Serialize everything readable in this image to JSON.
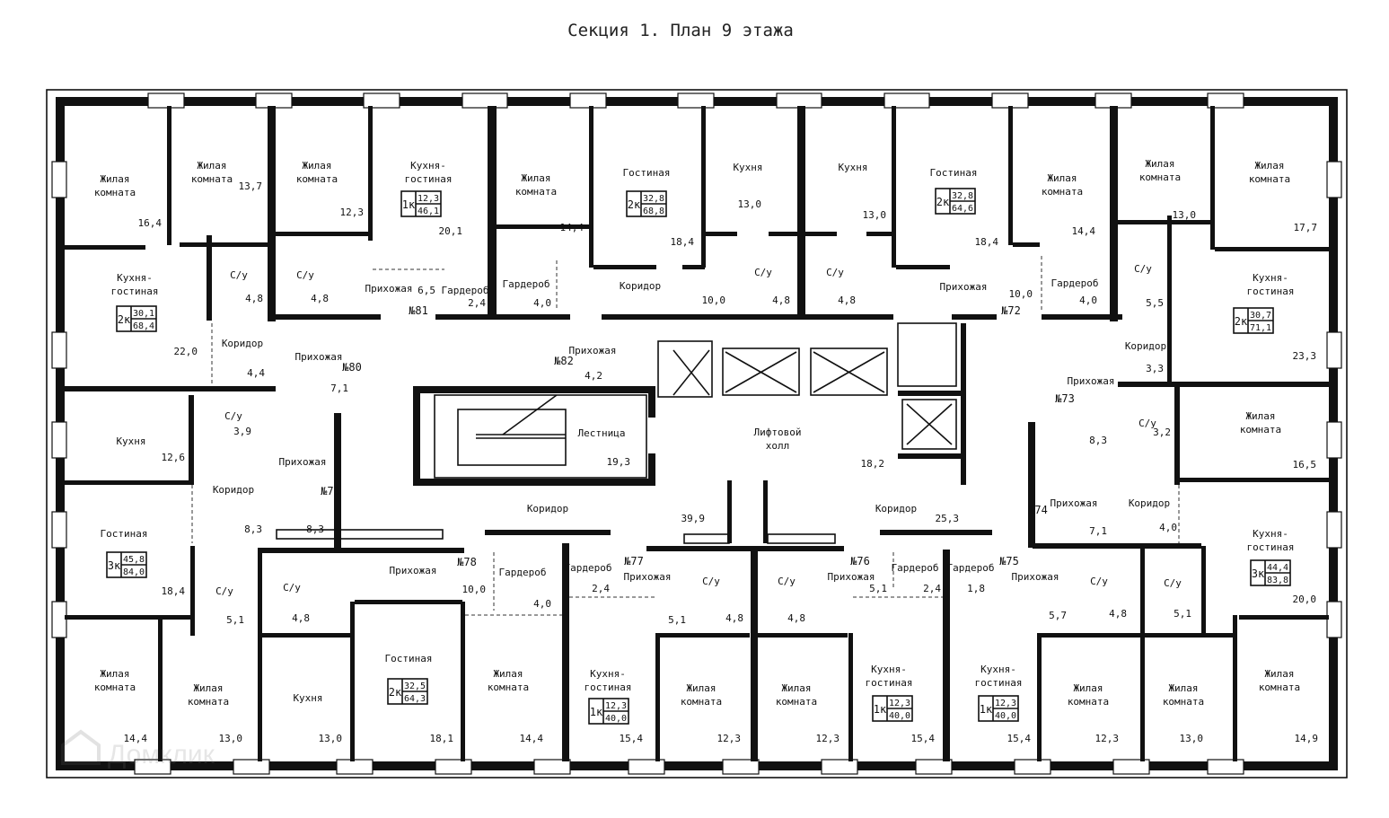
{
  "title": "Секция 1. План 9 этажа",
  "watermark": "Домклик",
  "labels": {
    "zhilaya": "Жилая",
    "komnata": "комната",
    "kukhnya": "Кухня",
    "kukhnya_gost_1": "Кухня-",
    "kukhnya_gost_2": "гостиная",
    "gostinaya": "Гостиная",
    "su": "С/у",
    "prikhozhaya": "Прихожая",
    "koridor": "Коридор",
    "garderob": "Гардероб",
    "lestnitsa": "Лестница",
    "lift_holl_1": "Лифтовой",
    "lift_holl_2": "холл"
  },
  "apartments": [
    {
      "number": "№72",
      "type": "2к",
      "living": "32,8",
      "total": "64,6"
    },
    {
      "number": "№73",
      "type": "",
      "living": "",
      "total": ""
    },
    {
      "number": "№74",
      "type": "",
      "living": "",
      "total": ""
    },
    {
      "number": "№75",
      "type": "1к",
      "living": "12,3",
      "total": "40,0"
    },
    {
      "number": "№76",
      "type": "1к",
      "living": "12,3",
      "total": "40,0"
    },
    {
      "number": "№77",
      "type": "1к",
      "living": "12,3",
      "total": "40,0"
    },
    {
      "number": "№78",
      "type": "2к",
      "living": "32,5",
      "total": "64,3"
    },
    {
      "number": "№79",
      "type": "3к",
      "living": "45,8",
      "total": "84,0"
    },
    {
      "number": "№80",
      "type": "2к",
      "living": "30,1",
      "total": "68,4"
    },
    {
      "number": "№81",
      "type": "1к",
      "living": "12,3",
      "total": "46,1"
    },
    {
      "number": "№82",
      "type": "2к",
      "living": "32,8",
      "total": "68,8"
    },
    {
      "number": "",
      "type": "2к",
      "living": "30,7",
      "total": "71,1"
    },
    {
      "number": "",
      "type": "3к",
      "living": "44,4",
      "total": "83,8"
    }
  ],
  "areas": {
    "a16_4": "16,4",
    "a13_7": "13,7",
    "a12_3": "12,3",
    "a20_1": "20,1",
    "a14_4": "14,4",
    "a18_4": "18,4",
    "a13_0": "13,0",
    "a17_7": "17,7",
    "a22_0": "22,0",
    "a4_8": "4,8",
    "a6_5": "6,5",
    "a2_4": "2,4",
    "a4_0": "4,0",
    "a10_0": "10,0",
    "a5_5": "5,5",
    "a23_3": "23,3",
    "a3_3": "3,3",
    "a4_4": "4,4",
    "a7_1": "7,1",
    "a4_2": "4,2",
    "a19_3": "19,3",
    "a18_2": "18,2",
    "a8_3": "8,3",
    "a3_9": "3,9",
    "a12_6": "12,6",
    "a3_2": "3,2",
    "a16_5": "16,5",
    "a39_9": "39,9",
    "a25_3": "25,3",
    "a18_1": "18,1",
    "a5_1": "5,1",
    "a1_8": "1,8",
    "a5_7": "5,7",
    "a20_0": "20,0",
    "a15_4": "15,4",
    "a14_9": "14,9"
  }
}
